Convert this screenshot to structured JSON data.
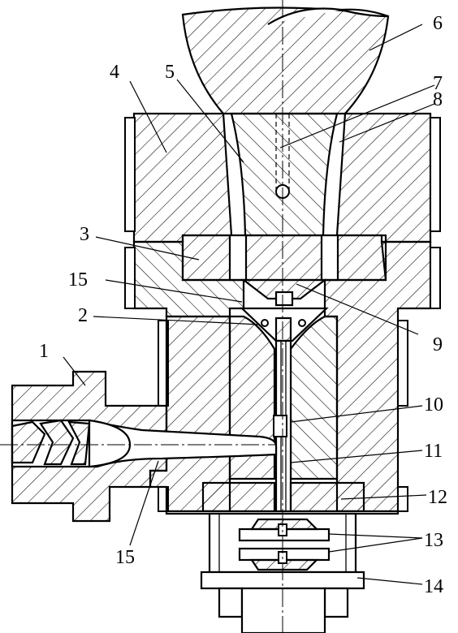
{
  "diagram": {
    "callouts": [
      {
        "id": "c1",
        "text": "1"
      },
      {
        "id": "c2",
        "text": "2"
      },
      {
        "id": "c3",
        "text": "3"
      },
      {
        "id": "c4",
        "text": "4"
      },
      {
        "id": "c5",
        "text": "5"
      },
      {
        "id": "c6",
        "text": "6"
      },
      {
        "id": "c7",
        "text": "7"
      },
      {
        "id": "c8",
        "text": "8"
      },
      {
        "id": "c9",
        "text": "9"
      },
      {
        "id": "c10",
        "text": "10"
      },
      {
        "id": "c11",
        "text": "11"
      },
      {
        "id": "c12",
        "text": "12"
      },
      {
        "id": "c13",
        "text": "13"
      },
      {
        "id": "c14",
        "text": "14"
      },
      {
        "id": "c15a",
        "text": "15"
      },
      {
        "id": "c15b",
        "text": "15"
      }
    ]
  }
}
